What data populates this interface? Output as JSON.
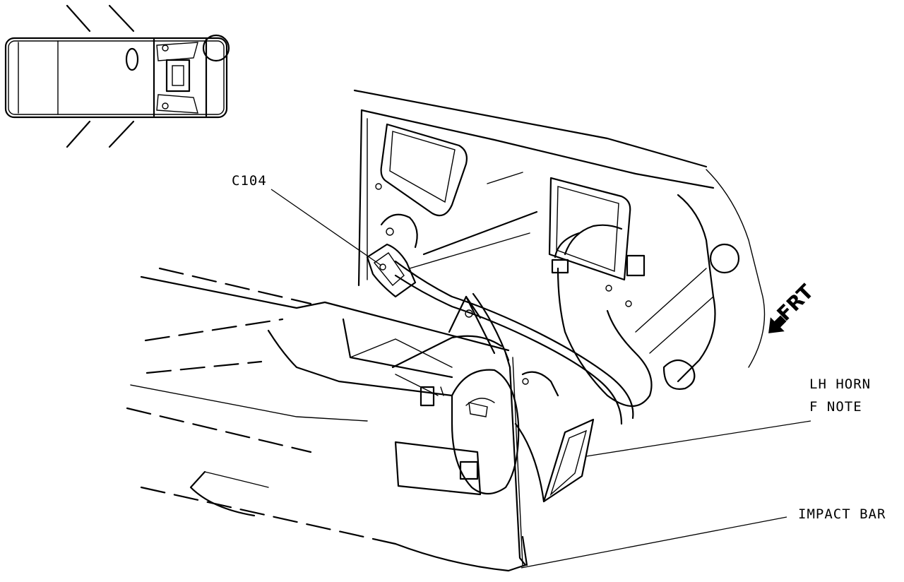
{
  "labels": {
    "connector": "C104",
    "horn_line1": "LH HORN",
    "horn_line2": "F NOTE",
    "impact_bar": "IMPACT BAR",
    "front": "FRT"
  },
  "icons": {
    "vehicle_locator": "vehicle-top-view-icon",
    "front_arrow": "arrow-left-icon"
  },
  "colors": {
    "ink": "#000000",
    "paper": "#ffffff"
  }
}
